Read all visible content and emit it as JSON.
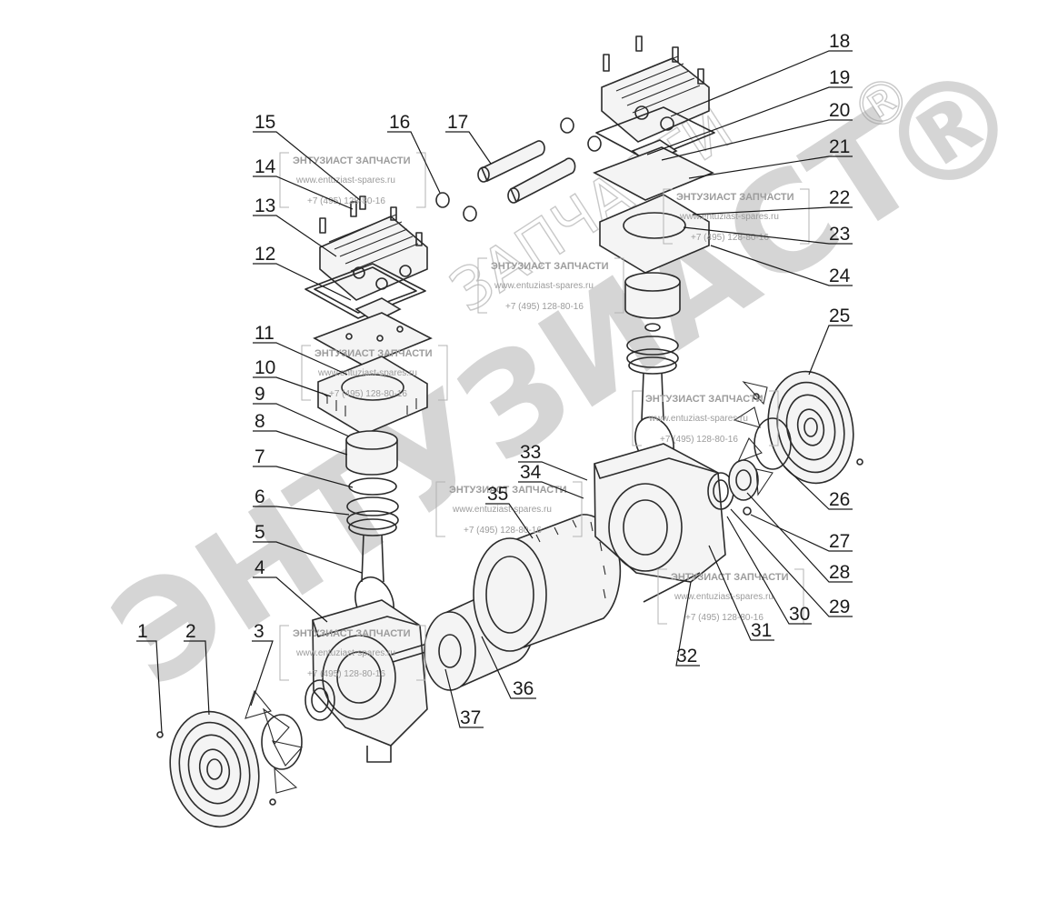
{
  "watermark": {
    "brand": "ЭНТУЗИАСТ",
    "reg": "®",
    "sub": "ЗАПЧАСТИ",
    "stamp": {
      "line1": "ЭНТУЗИАСТ ЗАПЧАСТИ",
      "line2": "www.entuziast-spares.ru",
      "line3": "+7 (495) 128-80-16"
    }
  },
  "callouts": [
    {
      "n": "1"
    },
    {
      "n": "2"
    },
    {
      "n": "3"
    },
    {
      "n": "4"
    },
    {
      "n": "5"
    },
    {
      "n": "6"
    },
    {
      "n": "7"
    },
    {
      "n": "8"
    },
    {
      "n": "9"
    },
    {
      "n": "10"
    },
    {
      "n": "11"
    },
    {
      "n": "12"
    },
    {
      "n": "13"
    },
    {
      "n": "14"
    },
    {
      "n": "15"
    },
    {
      "n": "16"
    },
    {
      "n": "17"
    },
    {
      "n": "18"
    },
    {
      "n": "19"
    },
    {
      "n": "20"
    },
    {
      "n": "21"
    },
    {
      "n": "22"
    },
    {
      "n": "23"
    },
    {
      "n": "24"
    },
    {
      "n": "25"
    },
    {
      "n": "26"
    },
    {
      "n": "27"
    },
    {
      "n": "28"
    },
    {
      "n": "29"
    },
    {
      "n": "30"
    },
    {
      "n": "31"
    },
    {
      "n": "32"
    },
    {
      "n": "33"
    },
    {
      "n": "34"
    },
    {
      "n": "35"
    },
    {
      "n": "36"
    },
    {
      "n": "37"
    }
  ]
}
